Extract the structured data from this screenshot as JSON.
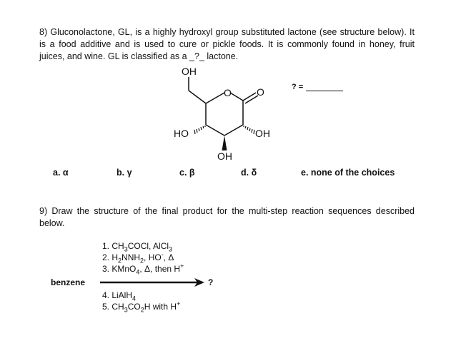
{
  "question8": {
    "text": "8) Gluconolactone, GL, is a highly hydroxyl group substituted lactone (see structure below). It is a food additive and is used to cure or pickle foods. It is commonly found in honey, fruit juices, and wine. GL is classified as a _?_ lactone.",
    "blank_label": "? =",
    "structure": {
      "atom_oh_top": "OH",
      "atom_o_ring": "O",
      "atom_o_carbonyl": "O",
      "atom_ho_left": "HO",
      "atom_oh_right": "OH",
      "atom_oh_bottom": "OH"
    },
    "choices": [
      {
        "label": "a. α"
      },
      {
        "label": "b. γ"
      },
      {
        "label": "c. β"
      },
      {
        "label": "d. δ"
      },
      {
        "label": "e. none of the choices"
      }
    ]
  },
  "question9": {
    "text": "9) Draw the structure of the final product for the multi-step reaction sequences described below.",
    "start_material": "benzene",
    "product": "?",
    "steps_above": [
      {
        "pre": "1. CH",
        "s1": "3",
        "mid": "COCl, AlCl",
        "s2": "3",
        "post": ""
      },
      {
        "pre": "2. H",
        "s1": "2",
        "mid": "NNH",
        "s2": "2",
        "post": ", HO, Δ",
        "sup": "-"
      },
      {
        "pre": "3. KMnO",
        "s1": "4",
        "mid": ", Δ, then H",
        "s2": "",
        "post": "",
        "sup": "+"
      }
    ],
    "steps_below": [
      {
        "pre": "4. LiAlH",
        "s1": "4",
        "mid": "",
        "s2": "",
        "post": ""
      },
      {
        "pre": "5. CH",
        "s1": "3",
        "mid": "CO",
        "s2": "2",
        "post": "H with H",
        "sup": "+"
      }
    ]
  }
}
